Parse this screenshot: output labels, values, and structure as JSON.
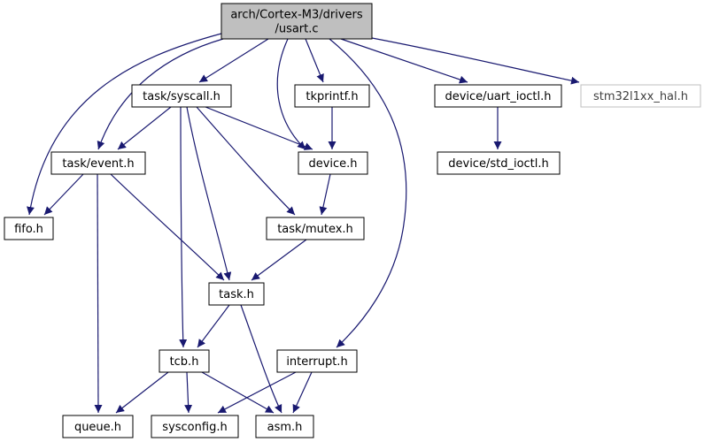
{
  "graph": {
    "colors": {
      "edge": "#191970",
      "node_border": "#000000",
      "root_fill": "#bfbfbf",
      "node_fill": "#ffffff",
      "external_border": "#bfbfbf"
    },
    "nodes": {
      "root": {
        "lines": [
          "arch/Cortex-M3/drivers",
          "/usart.c"
        ],
        "kind": "root"
      },
      "syscall": {
        "lines": [
          "task/syscall.h"
        ]
      },
      "tkprintf": {
        "lines": [
          "tkprintf.h"
        ]
      },
      "uart_ioctl": {
        "lines": [
          "device/uart_ioctl.h"
        ]
      },
      "hal": {
        "lines": [
          "stm32l1xx_hal.h"
        ],
        "kind": "external"
      },
      "event": {
        "lines": [
          "task/event.h"
        ]
      },
      "device": {
        "lines": [
          "device.h"
        ]
      },
      "std_ioctl": {
        "lines": [
          "device/std_ioctl.h"
        ]
      },
      "fifo": {
        "lines": [
          "fifo.h"
        ]
      },
      "mutex": {
        "lines": [
          "task/mutex.h"
        ]
      },
      "task": {
        "lines": [
          "task.h"
        ]
      },
      "tcb": {
        "lines": [
          "tcb.h"
        ]
      },
      "interrupt": {
        "lines": [
          "interrupt.h"
        ]
      },
      "queue": {
        "lines": [
          "queue.h"
        ]
      },
      "sysconfig": {
        "lines": [
          "sysconfig.h"
        ]
      },
      "asm": {
        "lines": [
          "asm.h"
        ]
      }
    },
    "edges": [
      [
        "root",
        "syscall"
      ],
      [
        "root",
        "tkprintf"
      ],
      [
        "root",
        "uart_ioctl"
      ],
      [
        "root",
        "hal"
      ],
      [
        "root",
        "event"
      ],
      [
        "root",
        "fifo"
      ],
      [
        "root",
        "device"
      ],
      [
        "root",
        "interrupt"
      ],
      [
        "syscall",
        "event"
      ],
      [
        "syscall",
        "device"
      ],
      [
        "syscall",
        "mutex"
      ],
      [
        "syscall",
        "task"
      ],
      [
        "syscall",
        "tcb"
      ],
      [
        "tkprintf",
        "device"
      ],
      [
        "uart_ioctl",
        "std_ioctl"
      ],
      [
        "event",
        "fifo"
      ],
      [
        "event",
        "task"
      ],
      [
        "event",
        "queue"
      ],
      [
        "device",
        "mutex"
      ],
      [
        "mutex",
        "task"
      ],
      [
        "task",
        "tcb"
      ],
      [
        "task",
        "asm"
      ],
      [
        "tcb",
        "queue"
      ],
      [
        "tcb",
        "sysconfig"
      ],
      [
        "tcb",
        "asm"
      ],
      [
        "interrupt",
        "sysconfig"
      ],
      [
        "interrupt",
        "asm"
      ]
    ]
  }
}
